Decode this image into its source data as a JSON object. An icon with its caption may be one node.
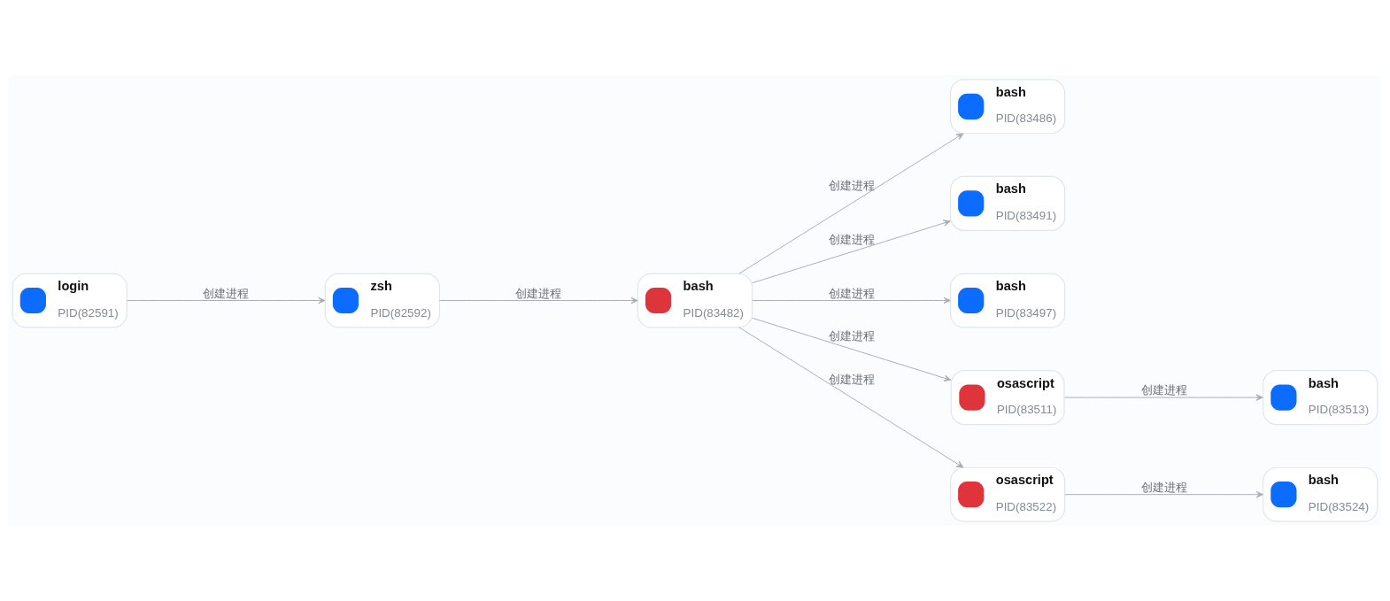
{
  "diagram": {
    "nodes": [
      {
        "text": [
          "login",
          "PID(82591)"
        ]
      },
      {
        "text": [
          "zsh",
          "PID(82592)"
        ]
      },
      {
        "text": [
          "bash",
          "PID(83482)"
        ]
      },
      {
        "text": [
          "bash",
          "PID(83486)"
        ]
      },
      {
        "text": [
          "bash",
          "PID(83491)"
        ]
      },
      {
        "text": [
          "bash",
          "PID(83497)"
        ]
      },
      {
        "text": [
          "osascript",
          "PID(83511)"
        ]
      },
      {
        "text": [
          "bash",
          "PID(83513)"
        ]
      },
      {
        "text": [
          "osascript",
          "PID(83522)"
        ]
      },
      {
        "text": [
          "bash",
          "PID(83524)"
        ]
      }
    ],
    "edges": [
      {
        "from": 0,
        "to": 1,
        "arrow": "to",
        "label": "创建进程"
      },
      {
        "from": 1,
        "to": 2,
        "arrow": "to",
        "label": "创建进程"
      },
      {
        "from": 2,
        "to": 3,
        "arrow": "to",
        "label": "创建进程"
      },
      {
        "from": 2,
        "to": 4,
        "arrow": "to",
        "label": "创建进程"
      },
      {
        "from": 2,
        "to": 5,
        "arrow": "to",
        "label": "创建进程"
      },
      {
        "from": 2,
        "to": 6,
        "arrow": "to",
        "label": "创建进程"
      },
      {
        "from": 2,
        "to": 8,
        "arrow": "to",
        "label": "创建进程"
      },
      {
        "from": 6,
        "to": 7,
        "arrow": "to",
        "label": "创建进程"
      },
      {
        "from": 8,
        "to": 9,
        "arrow": "to",
        "label": "创建进程"
      }
    ]
  }
}
